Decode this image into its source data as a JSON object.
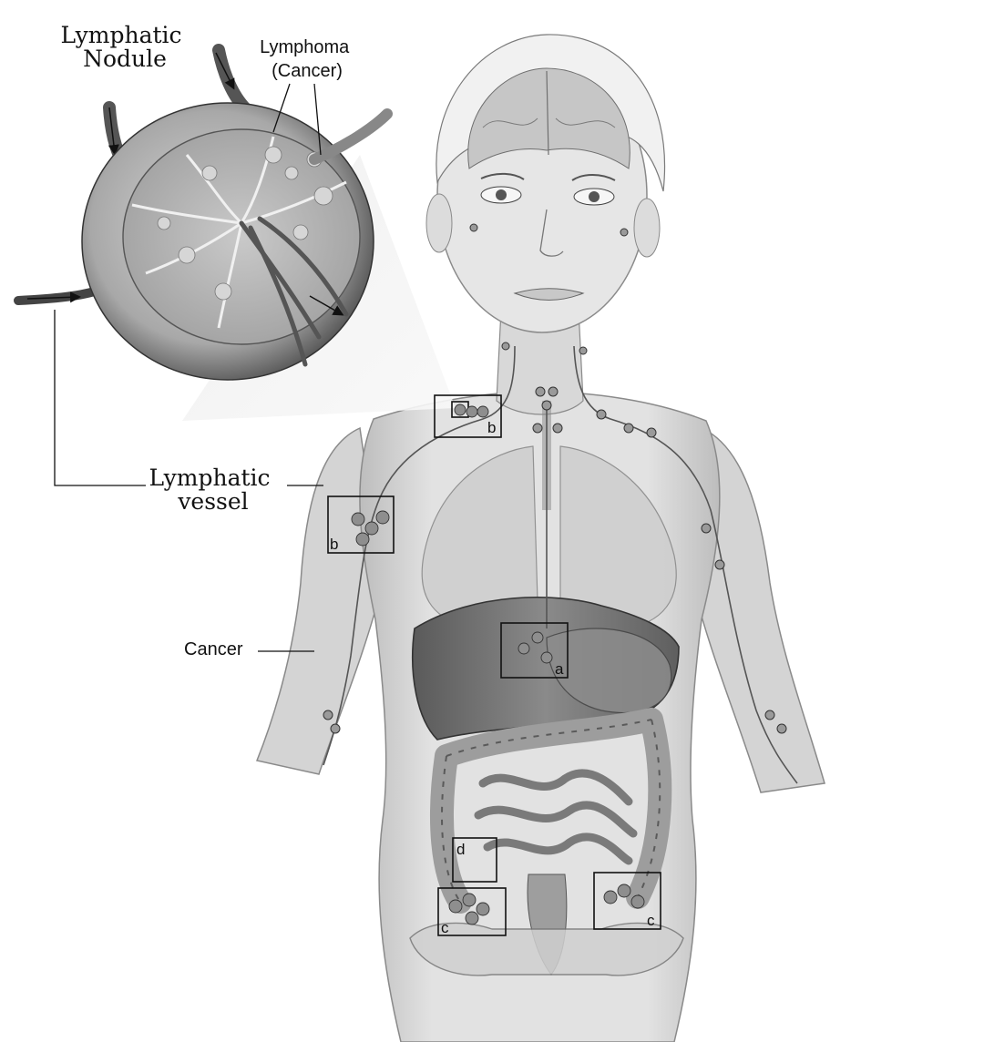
{
  "labels": {
    "lymphatic_nodule": [
      "Lymphatic",
      "Nodule"
    ],
    "lymphoma": [
      "Lymphoma",
      "(Cancer)"
    ],
    "lymphatic_vessel": [
      "Lymphatic",
      "vessel"
    ],
    "cancer": "Cancer"
  },
  "box_letters": {
    "a": "a",
    "b_neck": "b",
    "b_arm": "b",
    "c_left": "c",
    "c_right": "c",
    "d": "d"
  },
  "colors": {
    "ink": "#111111",
    "skin": "#d9d9d9",
    "organ": "#9a9a9a",
    "liver": "#6f6f6f",
    "background": "#ffffff"
  }
}
